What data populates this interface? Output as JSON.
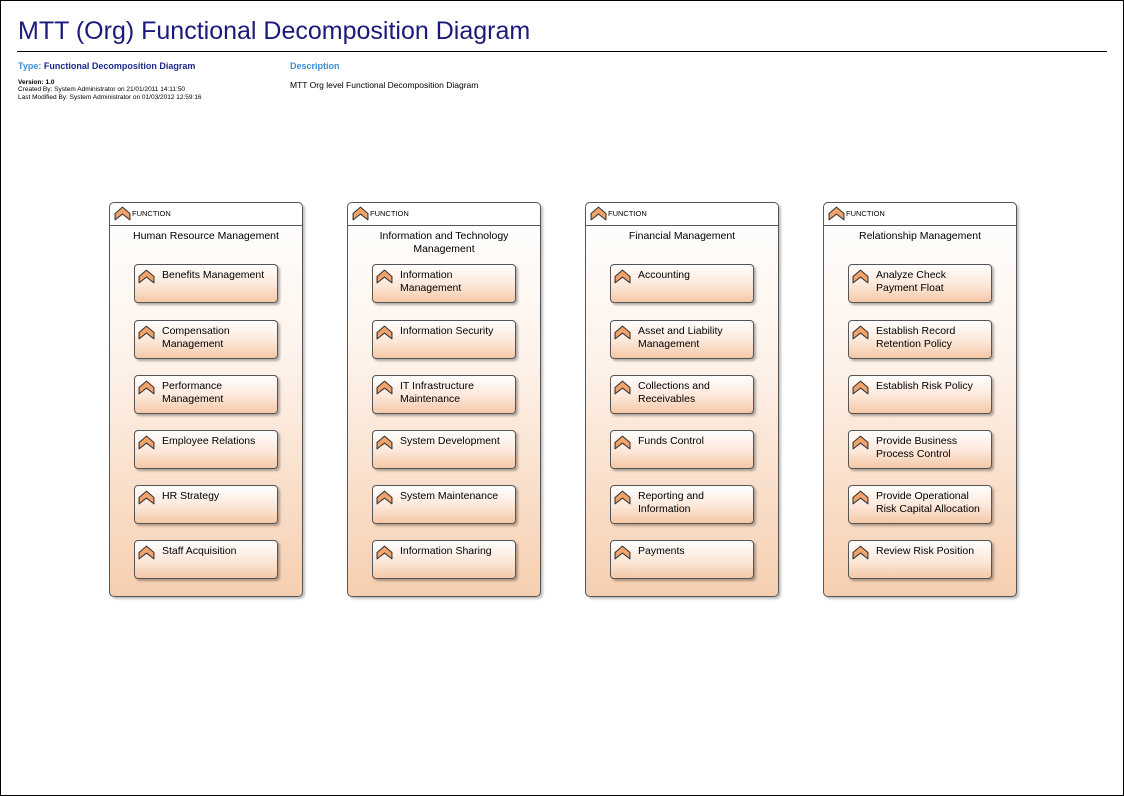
{
  "header": {
    "title": "MTT (Org) Functional Decomposition Diagram",
    "type_key": "Type:",
    "type_value": "Functional Decomposition Diagram",
    "version": "Version: 1.0",
    "created": "Created By: System Administrator on 21/01/2011 14:11:50",
    "modified": "Last Modified By: System Administrator on 01/03/2012 12:59:16",
    "description_heading": "Description",
    "description_text": "MTT Org level Functional Decomposition Diagram"
  },
  "icon": "function-chevron-icon",
  "colors": {
    "title": "#1a1a7a",
    "type_key": "#3a8fd6",
    "fill_light": "#fce7d8",
    "fill_dark": "#f5c8a6",
    "chevron": "#f2a36b"
  },
  "functions": [
    {
      "tag": "FUNCTION",
      "name": "Human Resource Management",
      "children": [
        "Benefits Management",
        "Compensation Management",
        "Performance Management",
        "Employee Relations",
        "HR Strategy",
        "Staff Acquisition"
      ]
    },
    {
      "tag": "FUNCTION",
      "name": "Information and Technology Management",
      "children": [
        "Information Management",
        "Information Security",
        "IT Infrastructure Maintenance",
        "System Development",
        "System Maintenance",
        "Information Sharing"
      ]
    },
    {
      "tag": "FUNCTION",
      "name": "Financial Management",
      "children": [
        "Accounting",
        "Asset and Liability Management",
        "Collections and Receivables",
        "Funds Control",
        "Reporting and Information",
        "Payments"
      ]
    },
    {
      "tag": "FUNCTION",
      "name": "Relationship Management",
      "children": [
        "Analyze Check Payment Float",
        "Establish Record Retention Policy",
        "Establish Risk Policy",
        "Provide Business Process Control",
        "Provide Operational Risk Capital Allocation",
        "Review Risk Position"
      ]
    }
  ]
}
